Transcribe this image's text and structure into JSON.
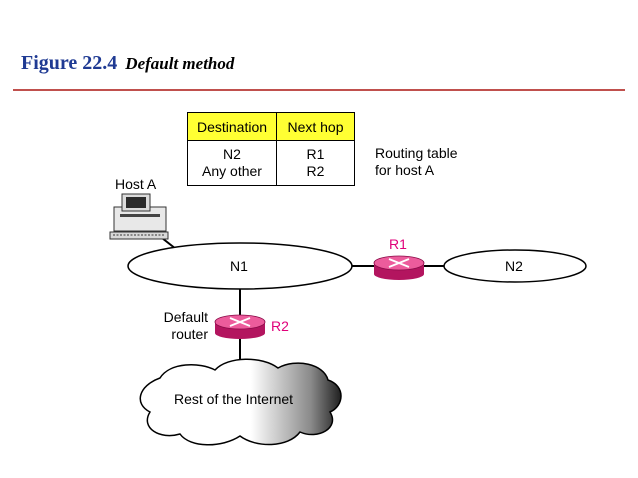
{
  "figure": {
    "number": "Figure 22.4",
    "caption": "Default method"
  },
  "routing_table": {
    "headers": [
      "Destination",
      "Next hop"
    ],
    "rows": [
      {
        "destination": "N2",
        "next_hop": "R1"
      },
      {
        "destination": "Any other",
        "next_hop": "R2"
      }
    ],
    "note_line1": "Routing table",
    "note_line2": "for host A"
  },
  "labels": {
    "host": "Host A",
    "n1": "N1",
    "n2": "N2",
    "r1": "R1",
    "r2": "R2",
    "default_router_line1": "Default",
    "default_router_line2": "router",
    "cloud": "Rest of the Internet"
  },
  "colors": {
    "router": "#e8338a",
    "accent": "#e0007a",
    "title": "#1f3a93",
    "rule": "#c0504d",
    "table_header": "#ffff33"
  }
}
